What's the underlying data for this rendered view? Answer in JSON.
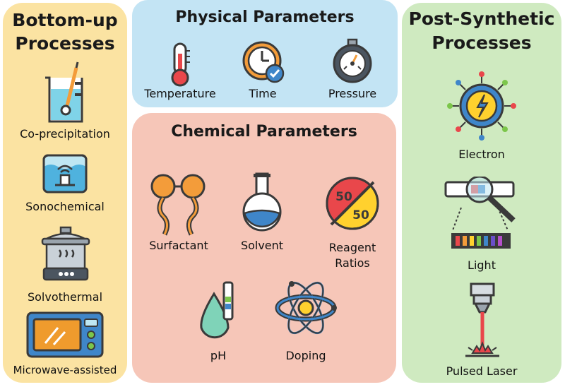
{
  "panels": {
    "left": {
      "title_line1": "Bottom-up",
      "title_line2": "Processes"
    },
    "phys": {
      "title": "Physical Parameters"
    },
    "chem": {
      "title": "Chemical Parameters"
    },
    "right": {
      "title_line1": "Post-Synthetic",
      "title_line2": "Processes"
    }
  },
  "bottom_up": [
    {
      "label": "Co-precipitation",
      "icon": "beaker-stir-icon"
    },
    {
      "label": "Sonochemical",
      "icon": "ultrasonic-bath-icon"
    },
    {
      "label": "Solvothermal",
      "icon": "pressure-cooker-icon"
    },
    {
      "label": "Microwave-assisted",
      "icon": "microwave-icon"
    }
  ],
  "physical": [
    {
      "label": "Temperature",
      "icon": "thermometer-icon"
    },
    {
      "label": "Time",
      "icon": "clock-icon"
    },
    {
      "label": "Pressure",
      "icon": "pressure-gauge-icon"
    }
  ],
  "chemical": [
    {
      "label": "Surfactant",
      "icon": "surfactant-icon"
    },
    {
      "label": "Solvent",
      "icon": "flask-icon"
    },
    {
      "label_line1": "Reagent",
      "label_line2": "Ratios",
      "icon": "ratio-icon",
      "ratio_top": "50",
      "ratio_bottom": "50"
    },
    {
      "label": "pH",
      "icon": "ph-drop-icon"
    },
    {
      "label": "Doping",
      "icon": "atom-icon"
    }
  ],
  "post_synthetic": [
    {
      "label": "Electron",
      "icon": "electron-icon"
    },
    {
      "label": "Light",
      "icon": "spectrum-icon"
    },
    {
      "label": "Pulsed Laser",
      "icon": "laser-icon"
    }
  ],
  "colors": {
    "left_bg": "#fbe3a2",
    "phys_bg": "#c3e4f4",
    "chem_bg": "#f6c6b8",
    "right_bg": "#cfeac0",
    "outline": "#3a3a3a",
    "accent_blue": "#3f86c9",
    "accent_yellow": "#ffd12e",
    "accent_red": "#e9474b"
  }
}
